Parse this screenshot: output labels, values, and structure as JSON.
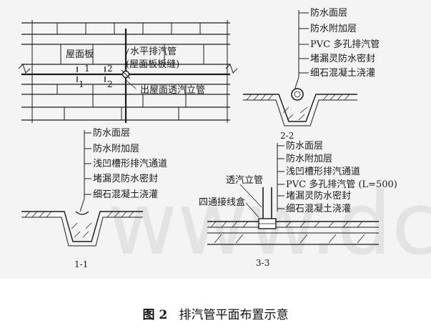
{
  "plan": {
    "roof_slab": "屋面板",
    "mark_1": "1",
    "mark_2": "2",
    "horizontal_duct": "水平排汽管",
    "slab_joint": "(屋面板板缝)",
    "vent_riser": "出屋面透汽立管"
  },
  "section_2_2": {
    "layers": [
      "防水面层",
      "防水附加层",
      "PVC 多孔排汽管",
      "堵漏灵防水密封",
      "细石混凝土浇灌"
    ],
    "label": "2-2"
  },
  "section_1_1": {
    "layers": [
      "防水面层",
      "防水附加层",
      "浅凹槽形排汽通道",
      "堵漏灵防水密封",
      "细石混凝土浇灌"
    ],
    "label": "1-1"
  },
  "section_3_3": {
    "layers": [
      "防水面层",
      "防水附加层",
      "浅凹槽形排汽通道",
      "PVC 多孔排汽管 (L=500)",
      "堵漏灵防水密封",
      "细石混凝土浇灌"
    ],
    "vent_riser": "透汽立管",
    "junction_box": "四通接线盒",
    "label": "3-3"
  },
  "watermark": "www.dc",
  "caption": {
    "figure_no": "图 2",
    "title": "排汽管平面布置示意"
  }
}
